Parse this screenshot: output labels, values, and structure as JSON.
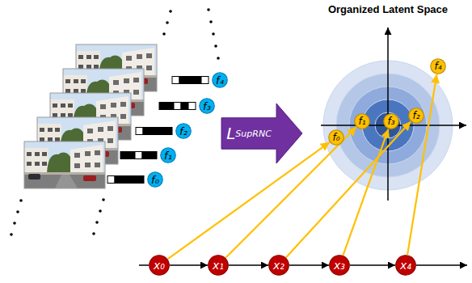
{
  "diagram": {
    "nodes": [
      {
        "text": [
          "f₀"
        ]
      },
      {
        "text": [
          "f₁"
        ]
      },
      {
        "text": [
          "f₂"
        ]
      },
      {
        "text": [
          "f₃"
        ]
      },
      {
        "text": [
          "f₄"
        ]
      },
      {
        "text": [
          "L",
          "SupRNC"
        ]
      },
      {
        "text": [
          "f₀"
        ]
      },
      {
        "text": [
          "f₁"
        ]
      },
      {
        "text": [
          "f₂"
        ]
      },
      {
        "text": [
          "f₃"
        ]
      },
      {
        "text": [
          "f₄"
        ]
      },
      {
        "text": [
          "x₀"
        ]
      },
      {
        "text": [
          "x₁"
        ]
      },
      {
        "text": [
          "x₂"
        ]
      },
      {
        "text": [
          "x₃"
        ]
      },
      {
        "text": [
          "x₄"
        ]
      }
    ],
    "edges": [
      {
        "from": 11,
        "to": 12,
        "arrow": "to"
      },
      {
        "from": 12,
        "to": 13,
        "arrow": "to"
      },
      {
        "from": 13,
        "to": 14,
        "arrow": "to"
      },
      {
        "from": 14,
        "to": 15,
        "arrow": "to"
      },
      {
        "from": 11,
        "to": 6,
        "arrow": "to"
      },
      {
        "from": 12,
        "to": 7,
        "arrow": "to"
      },
      {
        "from": 13,
        "to": 8,
        "arrow": "to"
      },
      {
        "from": 14,
        "to": 9,
        "arrow": "to"
      },
      {
        "from": 15,
        "to": 10,
        "arrow": "to"
      }
    ],
    "labels": [
      "Organized Latent Space"
    ]
  }
}
